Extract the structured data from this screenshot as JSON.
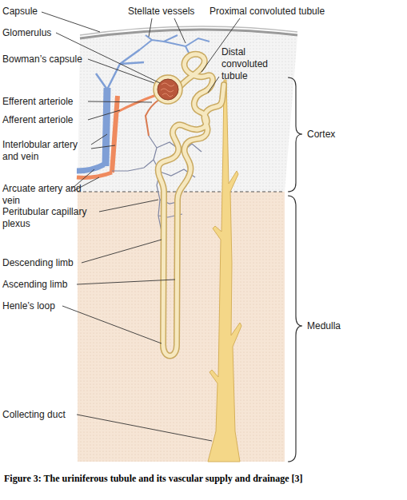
{
  "diagram": {
    "caption": "Figure 3: The uriniferous tubule and its vascular supply and drainage [3]",
    "labels": [
      "Capsule",
      "Stellate vessels",
      "Proximal convoluted tubule",
      "Glomerulus",
      "Bowman’s capsule",
      "Distal convoluted tubule",
      "Efferent arteriole",
      "Afferent arteriole",
      "Interlobular artery and vein",
      "Arcuate artery and vein",
      "Cortex",
      "Peritubular capillary plexus",
      "Descending limb",
      "Ascending limb",
      "Henle’s loop",
      "Medulla",
      "Collecting duct"
    ]
  }
}
